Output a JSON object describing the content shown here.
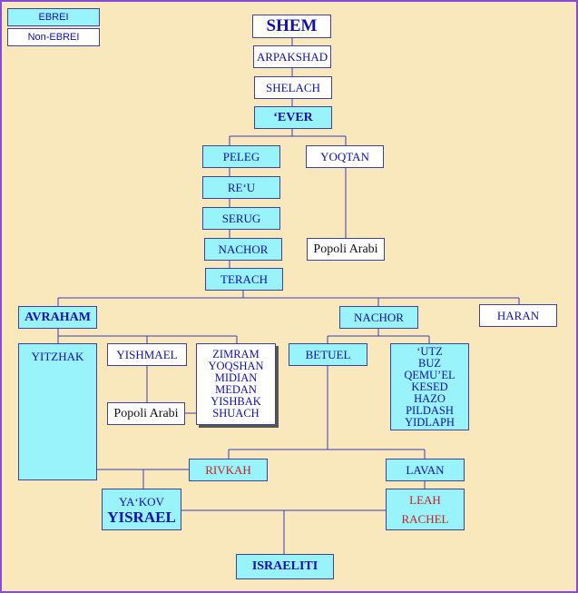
{
  "legend": {
    "ebrei": "EBREI",
    "non_ebrei": "Non-EBREI"
  },
  "nodes": {
    "shem": "SHEM",
    "arpakshad": "ARPAKSHAD",
    "shelach": "SHELACH",
    "ever": "‘EVER",
    "peleg": "PELEG",
    "yoqtan": "YOQTAN",
    "reu": "RE‘U",
    "serug": "SERUG",
    "nachor1": "NACHOR",
    "popoli_arabi1": "Popoli Arabi",
    "terach": "TERACH",
    "avraham": "AVRAHAM",
    "nachor2": "NACHOR",
    "haran": "HARAN",
    "yitzhak": "YITZHAK",
    "yishmael": "YISHMAEL",
    "keturah_sons": [
      "ZIMRAM",
      "YOQSHAN",
      "MIDIAN",
      "MEDAN",
      "YISHBAK",
      "SHUACH"
    ],
    "betuel": "BETUEL",
    "nachor_sons": [
      "‘UTZ",
      "BUZ",
      "QEMU’EL",
      "KESED",
      "HAZO",
      "PILDASH",
      "YIDLAPH"
    ],
    "popoli_arabi2": "Popoli Arabi",
    "rivkah": "RIVKAH",
    "lavan": "LAVAN",
    "yakov": "YA‘KOV",
    "yisrael": "YISRAEL",
    "leah": "LEAH",
    "rachel": "RACHEL",
    "israeliti": "ISRAELITI"
  },
  "colors": {
    "ebrei": "#99f3fb",
    "non_ebrei": "#ffffff",
    "line": "#3b3bb8",
    "red_text": "#cc2020"
  }
}
